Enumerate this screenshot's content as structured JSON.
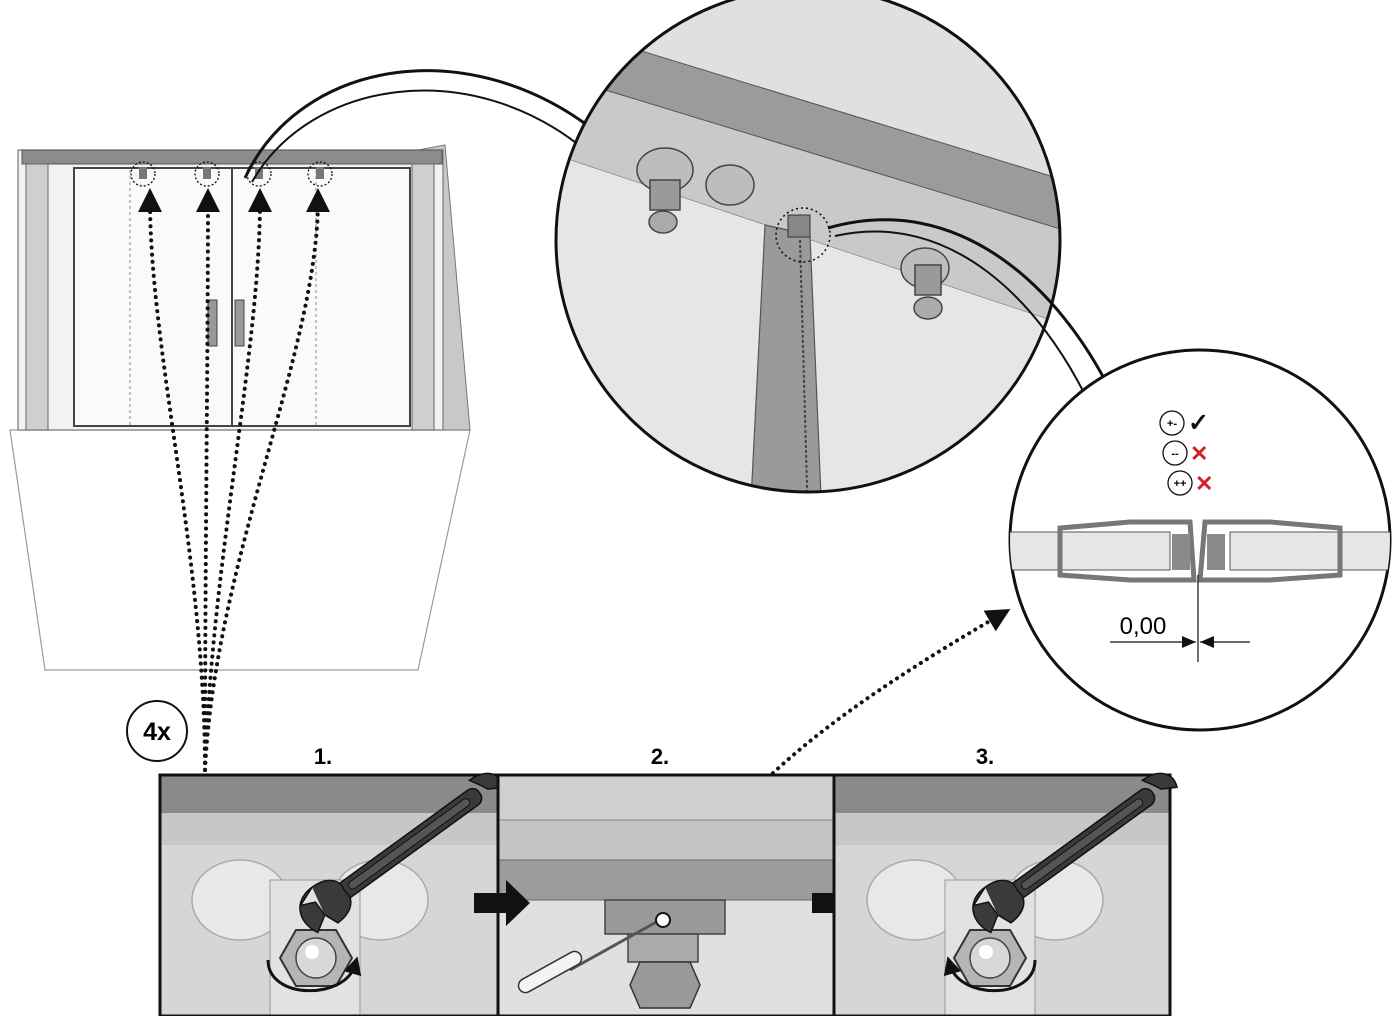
{
  "multiplier": {
    "label": "4x"
  },
  "steps": [
    {
      "label": "1."
    },
    {
      "label": "2."
    },
    {
      "label": "3."
    }
  ],
  "polarity_legend": [
    {
      "symbol": "+-",
      "mark": "✓",
      "status": "correct"
    },
    {
      "symbol": "--",
      "mark": "✕",
      "status": "incorrect"
    },
    {
      "symbol": "++",
      "mark": "✕",
      "status": "incorrect"
    }
  ],
  "gap_measurement": {
    "value": "0,00"
  },
  "colors": {
    "line": "#111111",
    "panel_fill": "#dcdcdc",
    "rail_dark": "#8a8a8a",
    "check": "#111111",
    "cross": "#d2232a"
  },
  "icons": [
    "wrench-icon",
    "screwdriver-icon",
    "arrow-right-icon",
    "rotate-arrow-icon"
  ]
}
